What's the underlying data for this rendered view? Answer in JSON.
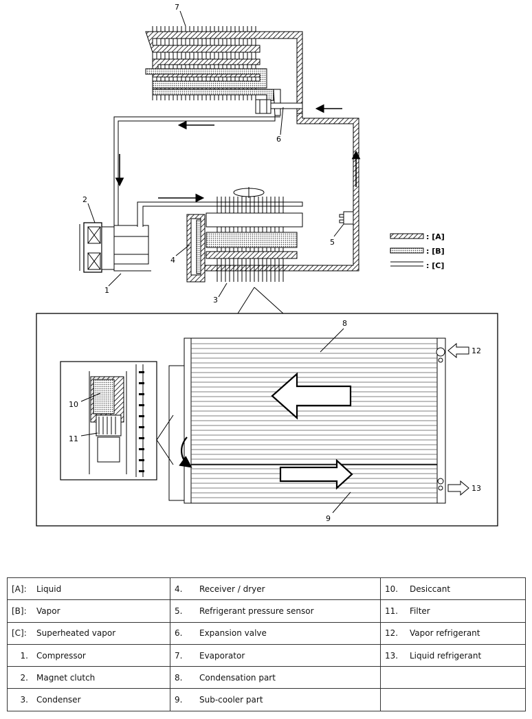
{
  "callouts": {
    "n1": "1",
    "n2": "2",
    "n3": "3",
    "n4": "4",
    "n5": "5",
    "n6": "6",
    "n7": "7",
    "n8": "8",
    "n9": "9",
    "n10": "10",
    "n11": "11",
    "n12": "12",
    "n13": "13"
  },
  "line_legend": {
    "a": ": [A]",
    "b": ": [B]",
    "c": ": [C]"
  },
  "legend_table": {
    "rows": [
      [
        {
          "code": "[A]:",
          "text": "Liquid"
        },
        {
          "code": "4.",
          "text": "Receiver / dryer"
        },
        {
          "code": "10.",
          "text": "Desiccant"
        }
      ],
      [
        {
          "code": "[B]:",
          "text": "Vapor"
        },
        {
          "code": "5.",
          "text": "Refrigerant pressure sensor"
        },
        {
          "code": "11.",
          "text": "Filter"
        }
      ],
      [
        {
          "code": "[C]:",
          "text": "Superheated vapor"
        },
        {
          "code": "6.",
          "text": "Expansion valve"
        },
        {
          "code": "12.",
          "text": "Vapor refrigerant"
        }
      ],
      [
        {
          "code": "1.",
          "text": "Compressor"
        },
        {
          "code": "7.",
          "text": "Evaporator"
        },
        {
          "code": "13.",
          "text": "Liquid refrigerant"
        }
      ],
      [
        {
          "code": "2.",
          "text": "Magnet clutch"
        },
        {
          "code": "8.",
          "text": "Condensation part"
        },
        {
          "code": "",
          "text": ""
        }
      ],
      [
        {
          "code": "3.",
          "text": "Condenser"
        },
        {
          "code": "9.",
          "text": "Sub-cooler part"
        },
        {
          "code": "",
          "text": ""
        }
      ]
    ]
  }
}
